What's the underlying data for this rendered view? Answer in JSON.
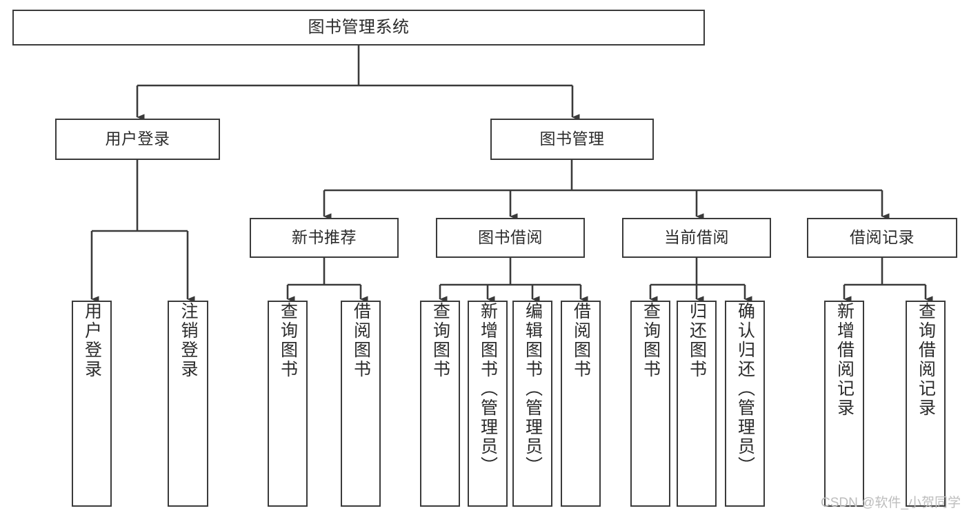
{
  "diagram": {
    "title": "图书管理系统",
    "type": "tree",
    "watermark": "CSDN @软件_小贺同学",
    "colors": {
      "box_stroke": "#3a3a3a",
      "box_fill": "#ffffff",
      "edge": "#3a3a3a",
      "text": "#2b2b2b",
      "watermark": "#bdbdbd"
    },
    "nodes": {
      "root": {
        "label": "图书管理系统"
      },
      "level2": [
        {
          "id": "user-login",
          "label": "用户登录"
        },
        {
          "id": "book-management",
          "label": "图书管理"
        }
      ],
      "level3": [
        {
          "id": "new-book-recommend",
          "label": "新书推荐"
        },
        {
          "id": "book-borrow",
          "label": "图书借阅"
        },
        {
          "id": "current-borrow",
          "label": "当前借阅"
        },
        {
          "id": "borrow-record",
          "label": "借阅记录"
        }
      ],
      "leaves": {
        "user-login": [
          {
            "id": "leaf-user-login",
            "label": "用户登录"
          },
          {
            "id": "leaf-logout-login",
            "label": "注销登录"
          }
        ],
        "new-book-recommend": [
          {
            "id": "leaf-query-book-1",
            "label": "查询图书"
          },
          {
            "id": "leaf-borrow-book-1",
            "label": "借阅图书"
          }
        ],
        "book-borrow": [
          {
            "id": "leaf-query-book-2",
            "label": "查询图书"
          },
          {
            "id": "leaf-add-book",
            "label": "新增图书（管理员）"
          },
          {
            "id": "leaf-edit-book",
            "label": "编辑图书（管理员）"
          },
          {
            "id": "leaf-borrow-book-2",
            "label": "借阅图书"
          }
        ],
        "current-borrow": [
          {
            "id": "leaf-query-book-3",
            "label": "查询图书"
          },
          {
            "id": "leaf-return-book",
            "label": "归还图书"
          },
          {
            "id": "leaf-confirm-return",
            "label": "确认归还（管理员）"
          }
        ],
        "borrow-record": [
          {
            "id": "leaf-add-record",
            "label": "新增借阅记录"
          },
          {
            "id": "leaf-query-record",
            "label": "查询借阅记录"
          }
        ]
      }
    }
  }
}
